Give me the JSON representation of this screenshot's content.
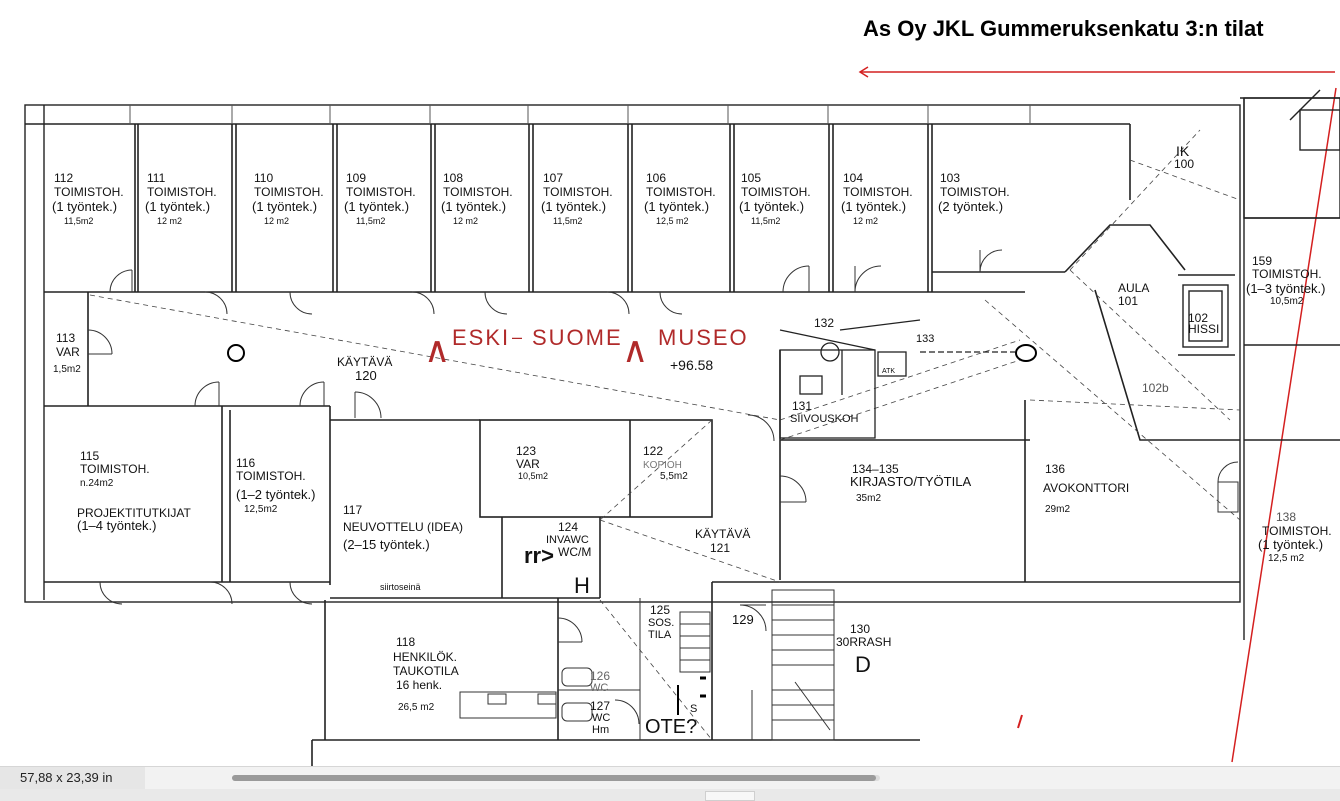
{
  "document": {
    "title": "As Oy JKL Gummeruksenkatu 3:n tilat"
  },
  "museum_logo": {
    "text_1": "ESKI",
    "dash": "–",
    "text_2": "SUOME",
    "text_3": "MUSEO"
  },
  "plan": {
    "elevation": "+96.58",
    "rooms": [
      {
        "id": "112",
        "name": "TOIMISTOH.",
        "detail": "(1 työntek.)",
        "area": "11,5m2"
      },
      {
        "id": "111",
        "name": "TOIMISTOH.",
        "detail": "(1 työntek.)",
        "area": "12 m2"
      },
      {
        "id": "110",
        "name": "TOIMISTOH.",
        "detail": "(1 työntek.)",
        "area": "12 m2"
      },
      {
        "id": "109",
        "name": "TOIMISTOH.",
        "detail": "(1 työntek.)",
        "area": "11,5m2"
      },
      {
        "id": "108",
        "name": "TOIMISTOH.",
        "detail": "(1 työntek.)",
        "area": "12 m2"
      },
      {
        "id": "107",
        "name": "TOIMISTOH.",
        "detail": "(1 työntek.)",
        "area": "11,5m2"
      },
      {
        "id": "106",
        "name": "TOIMISTOH.",
        "detail": "(1 työntek.)",
        "area": "12,5 m2"
      },
      {
        "id": "105",
        "name": "TOIMISTOH.",
        "detail": "(1 työntek.)",
        "area": "11,5m2"
      },
      {
        "id": "104",
        "name": "TOIMISTOH.",
        "detail": "(1 työntek.)",
        "area": "12 m2"
      },
      {
        "id": "103",
        "name": "TOIMISTOH.",
        "detail": "(2 työntek.)",
        "area": ""
      }
    ],
    "ik": {
      "id": "IK",
      "num": "100"
    },
    "aula": {
      "name": "AULA",
      "num": "101"
    },
    "hissi": {
      "num": "102",
      "name": "HISSI"
    },
    "r102b": "102b",
    "r159": {
      "id": "159",
      "name": "TOIMISTOH.",
      "detail": "(1–3 työntek.)",
      "area": "10,5m2"
    },
    "r113": {
      "id": "113",
      "name": "VAR",
      "area": "1,5m2"
    },
    "corridor_120": {
      "name": "KÄYTÄVÄ",
      "num": "120"
    },
    "r115": {
      "id": "115",
      "name": "TOIMISTOH.",
      "area": "n.24m2",
      "team": "PROJEKTITUTKIJAT",
      "detail": "(1–4 työntek.)"
    },
    "r116": {
      "id": "116",
      "name": "TOIMISTOH.",
      "detail": "(1–2 työntek.)",
      "area": "12,5m2"
    },
    "r117": {
      "id": "117",
      "name": "NEUVOTTELU (IDEA)",
      "detail": "(2–15 työntek.)",
      "note": "siirtoseinä"
    },
    "r123": {
      "id": "123",
      "name": "VAR",
      "area": "10,5m2"
    },
    "r122": {
      "id": "122",
      "name": "KOPIOH",
      "area": "5,5m2"
    },
    "r124": {
      "id": "124",
      "name": "INVAWC",
      "sub": "WC/M",
      "mark": "rr>",
      "letter": "H"
    },
    "corridor_121": {
      "name": "KÄYTÄVÄ",
      "num": "121"
    },
    "r131": {
      "id": "131",
      "name": "SIIVOUSKOH"
    },
    "r132": "132",
    "r133": "133",
    "atk": "ATK",
    "r134": {
      "id": "134–135",
      "name": "KIRJASTO/TYÖTILA",
      "area": "35m2"
    },
    "r136": {
      "id": "136",
      "name": "AVOKONTTORI",
      "area": "29m2"
    },
    "r138": {
      "id": "138",
      "name": "TOIMISTOH.",
      "detail": "(1 työntek.)",
      "area": "12,5 m2"
    },
    "r118": {
      "id": "118",
      "name": "HENKILÖK.",
      "name2": "TAUKOTILA",
      "detail": "16 henk.",
      "area": "26,5 m2"
    },
    "r125": {
      "id": "125",
      "name": "SOS.",
      "name2": "TILA"
    },
    "r126": {
      "id": "126",
      "name": "WC"
    },
    "r127": {
      "id": "127",
      "name": "WC",
      "name2": "Hm"
    },
    "r129": "129",
    "r130": {
      "id": "130",
      "name": "30RRASH",
      "letter": "D"
    },
    "handwritten": {
      "o1": "O",
      "o2": "O",
      "ote": "OTE?",
      "s": "S"
    }
  },
  "statusbar": {
    "dimensions": "57,88 x 23,39 in"
  },
  "colors": {
    "museum_red": "#b02a2a",
    "annotation_red": "#d42020",
    "line": "#222222"
  }
}
